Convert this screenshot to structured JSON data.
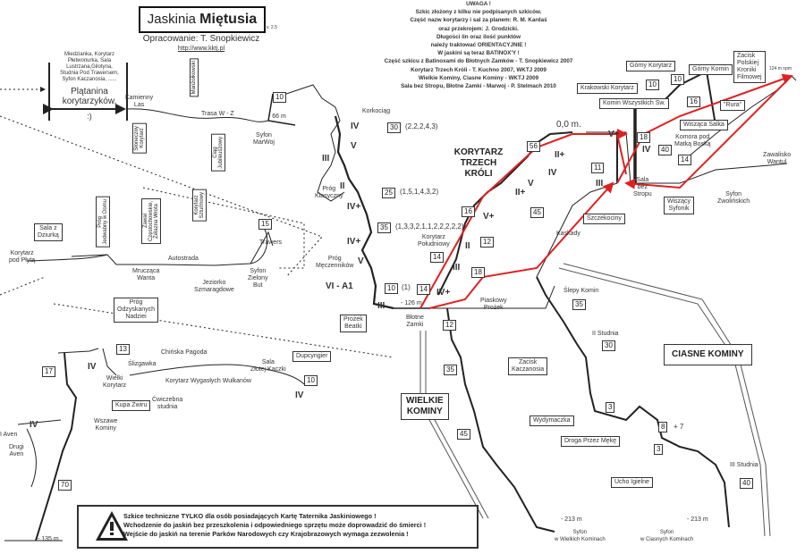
{
  "title": {
    "prefix": "Jaskinia",
    "name": "Miętusia",
    "version": "v. 2.5",
    "author": "Opracowanie: T. Snopkiewicz",
    "url": "http://www.kktj.pl"
  },
  "notice": "UWAGA !\nSzkic złożony z kilku nie podpisanych szkiców.\nCzęść nazw korytarzy i sal za planem: R. M. Kardaś\noraz przekrojem: J. Grodzicki.\nDługości lin oraz ilość punktów\nnależy traktować ORIENTACYJNIE !\nW jaskini są teraz BATINOX'Y !\nCzęść szkicu z Batinoxami do Błotnych Zamków - T. Snopkiewicz 2007\nKorytarz Trzech Króli - T. Kuchno 2007, WKTJ 2009\nWielkie Kominy, Ciasne Kominy - WKTJ 2009\nSala bez Stropu, Błotne Zamki - Marwoj - P. Stelmach 2010",
  "warning": {
    "icon": "warning-triangle-icon",
    "text": "Szkice techniczne TYLKO dla osób posiadających Kartę Taternika Jaskiniowego !\nWchodzenie do jaskiń bez przeszkolenia i odpowiedniego sprzętu może doprowadzić do śmierci !\nWejście do jaskiń na terenie Parków Narodowych czy Krajobrazowych wymaga zezwolenia !"
  },
  "plątanina": {
    "list": "Miedzianka, Korytarz\nPłetwonurka, Sala\nLustrzana,Gilotyna,\nStudnia Pod Trawersem,\nSyfon Kaczanosia, ......",
    "name": "Plątanina\nkorytarzyków.",
    "smile": ":)"
  },
  "sections": {
    "ktk": "KORYTARZ\nTRZECH\nKRÓLI",
    "wielkie": "WIELKIE\nKOMINY",
    "ciasne": "CIASNE KOMINY"
  },
  "labels": {
    "kamienny": "Kamienny\nLas",
    "trasa": "Trasa W - Z",
    "syfon_marwoj": "Syfon\nMarWoj",
    "d66": "- 66 m",
    "korkociag": "Korkociąg",
    "prog_klas": "Próg\nKlasyczny",
    "prog_mecz": "Próg\nMęczenników",
    "d126": "- 126 m",
    "blotne": "Błotne\nZamki",
    "kor_pol": "Korytarz\nPołudniowy",
    "piaskowy": "Piaskowy\nProżek",
    "kaskady": "Kaskady",
    "slepy": "Ślepy Komin",
    "ii_studnia": "II Studnia",
    "iii_studnia": "III Studnia",
    "sala_bez": "Sala\nbez\nStropu",
    "komora": "Komora pod\nMatką Boską",
    "zawalisko": "Zawalisko\nWantul",
    "syfon_zw": "Syfon\nZwolińskich",
    "ruma": "\"Rura\"",
    "d124": "124 m npm",
    "kor_plyta": "Korytarz\npod Płytą",
    "autostrada": "Autostrada",
    "mruczaca": "Mrucząca\nWanta",
    "jeziorko": "Jeziorko\nSzmaragdowe",
    "syfon_zb": "Syfon\nZielony\nBut",
    "trawers": "Trawers",
    "slizgawka": "Ślizgawka",
    "pagoda": "Chińska Pagoda",
    "wygaslych": "Korytarz Wygasłych Wulkanów",
    "cwiczebna": "Ćwiczebna\nstudnia",
    "sala_kaczki": "Sala\nZłotej Kaczki",
    "wielki_kor": "Wielki\nKorytarz",
    "wszawe": "Wszawe\nKominy",
    "pierwszy_aven": "I Aven",
    "drugi_aven": "Drugi\nAven",
    "d135": "- 135 m",
    "d213a": "- 213 m",
    "d213b": "- 213 m",
    "syfon_wk": "Syfon\nw Wielkich Kominach",
    "syfon_ck": "Syfon\nw Ciasnych Kominach",
    "dist0": "0,0 m.",
    "seq30": "(2,2,2,4,3)",
    "seq25": "(1,5,1,4,3,2)",
    "seq35": "(1,3,3,2,1,1,2,2,2,2,2)",
    "seq10": "(1)",
    "plus7": "+ 7"
  },
  "boxes": {
    "gorny_kor": "Górny Korytarz",
    "gorny_komin": "Górny Komin",
    "krakowski": "Krakowski Korytarz",
    "komin_wsz": "Komin Wszystkich Św.",
    "wiszaca_salka": "Wisząca Salka",
    "zacisk_pkf": "Zacisk\nPolskiej\nKroniki\nFilmowej",
    "wiszacy": "Wiszący\nSyfonik",
    "szczekociny": "Szczekociny",
    "prozek_beatki": "Prożek\nBeatki",
    "sala_dziurka": "Sala z\nDziurką",
    "prog_odz": "Próg\nOdzyskanych\nNadziei",
    "kupa": "Kupa Żwiru",
    "dupcyngier": "Dupcyngier",
    "zacisk_kacz": "Zacisk\nKaczanosia",
    "wydymaczka": "Wydymaczka",
    "droga": "Droga Przez Mękę",
    "ucho": "Ucho Igielne"
  },
  "vertical_boxes": {
    "manzy": "Manżołkowski",
    "slonecz": "Słoneczny\nKorytarz",
    "ciag": "Ciąg\nJubileuszowy",
    "prog_jed": "Próg\nJedwabny w Domu",
    "zawal": "Zawał\nCzęstochowskie,\nŻelazna Wrota",
    "kor_szt": "Korytarz\nSzturmowy"
  },
  "numbers": [
    "10",
    "30",
    "25",
    "35",
    "10",
    "14",
    "14",
    "16",
    "12",
    "18",
    "12",
    "35",
    "45",
    "56",
    "11",
    "45",
    "35",
    "30",
    "3",
    "8",
    "3",
    "40",
    "18",
    "40",
    "16",
    "10",
    "10",
    "14",
    "15",
    "13",
    "17",
    "70",
    "10"
  ],
  "grades": [
    "IV",
    "V",
    "III",
    "II",
    "IV+",
    "IV+",
    "V",
    "VI - A1",
    "III",
    "IV+",
    "III",
    "II",
    "V+",
    "II+",
    "V",
    "IV",
    "II+",
    "III",
    "V+",
    "IV",
    "IV",
    "IV",
    "IV"
  ],
  "colors": {
    "route_red": "#e02020",
    "line": "#222222"
  }
}
